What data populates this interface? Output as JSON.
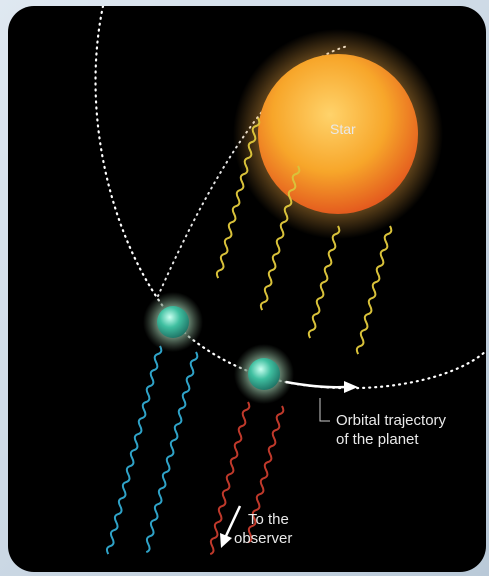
{
  "diagram": {
    "star_label": "Star",
    "orbit_label_line1": "Orbital trajectory",
    "orbit_label_line2": "of the planet",
    "observer_label_line1": "To the",
    "observer_label_line2": "observer"
  },
  "colors": {
    "star": "#f39a1e",
    "planet": "#3fbfa0",
    "wave_direct": "#d9c23a",
    "wave_transmitted_1": "#2fa3c8",
    "wave_transmitted_2": "#c0392b",
    "orbit": "#ffffff"
  }
}
